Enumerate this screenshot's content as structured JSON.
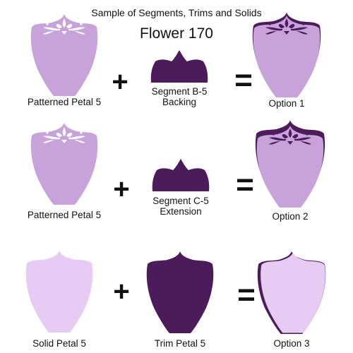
{
  "header": "Sample of Segments, Trims and Solids",
  "title": "Flower 170",
  "operators": {
    "plus": "+",
    "equals": "="
  },
  "colors": {
    "patterned_petal": "#c7a3d9",
    "solid_petal": "#e6ccf2",
    "dark_piece": "#4b1c59",
    "filigree": "#ffffff"
  },
  "rows": [
    {
      "petal_label": "Patterned Petal 5",
      "segment_label_1": "Segment B-5",
      "segment_label_2": "Backing",
      "option_label": "Option 1"
    },
    {
      "petal_label": "Patterned Petal 5",
      "segment_label_1": "Segment C-5",
      "segment_label_2": "Extension",
      "option_label": "Option 2"
    },
    {
      "petal_label": "Solid Petal 5",
      "segment_label_1": "Trim Petal 5",
      "segment_label_2": "",
      "option_label": "Option 3"
    }
  ]
}
